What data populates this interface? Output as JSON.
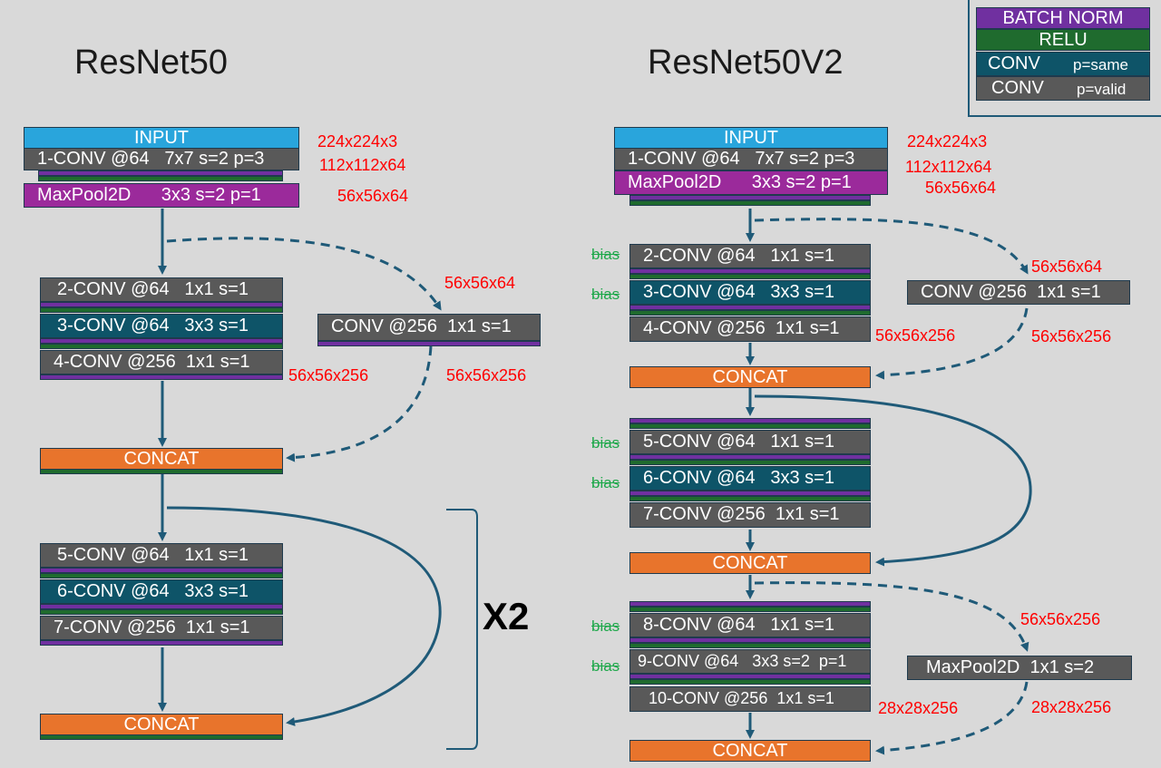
{
  "titles": {
    "left": "ResNet50",
    "right": "ResNet50V2"
  },
  "legend": {
    "batch_norm": "BATCH NORM",
    "relu": "RELU",
    "conv_same": "CONV",
    "p_same": "p=same",
    "conv_valid": "CONV",
    "p_valid": "p=valid"
  },
  "left": {
    "input": "INPUT",
    "conv1": "1-CONV @64   7x7 s=2 p=3",
    "maxpool": "MaxPool2D      3x3 s=2 p=1",
    "conv2": "2-CONV @64   1x1 s=1",
    "conv3": "3-CONV @64   3x3 s=1",
    "conv4": "4-CONV @256  1x1 s=1",
    "shortcut": "CONV @256  1x1 s=1",
    "concat1": "CONCAT",
    "conv5": "5-CONV @64   1x1 s=1",
    "conv6": "6-CONV @64   3x3 s=1",
    "conv7": "7-CONV @256  1x1 s=1",
    "concat2": "CONCAT",
    "repeat": "X2",
    "dims": {
      "d1": "224x224x3",
      "d2": "112x112x64",
      "d3": "56x56x64",
      "d4": "56x56x64",
      "d5": "56x56x256",
      "d6": "56x56x256"
    }
  },
  "right": {
    "input": "INPUT",
    "conv1": "1-CONV @64   7x7 s=2 p=3",
    "maxpool": "MaxPool2D      3x3 s=2 p=1",
    "conv2": "2-CONV @64   1x1 s=1",
    "conv3": "3-CONV @64   3x3 s=1",
    "conv4": "4-CONV @256  1x1 s=1",
    "shortcut1": "CONV @256  1x1 s=1",
    "concat1": "CONCAT",
    "conv5": "5-CONV @64   1x1 s=1",
    "conv6": "6-CONV @64   3x3 s=1",
    "conv7": "7-CONV @256  1x1 s=1",
    "concat2": "CONCAT",
    "conv8": "8-CONV @64   1x1 s=1",
    "conv9": "9-CONV @64   3x3 s=2  p=1",
    "conv10": "10-CONV @256  1x1 s=1",
    "shortcut2": "MaxPool2D  1x1 s=2",
    "concat3": "CONCAT",
    "bias": "bias",
    "dims": {
      "d1": "224x224x3",
      "d2": "112x112x64",
      "d3": "56x56x64",
      "d4": "56x56x64",
      "d5": "56x56x256",
      "d6": "56x56x256",
      "d7": "56x56x256",
      "d8": "28x28x256",
      "d9": "28x28x256"
    }
  }
}
